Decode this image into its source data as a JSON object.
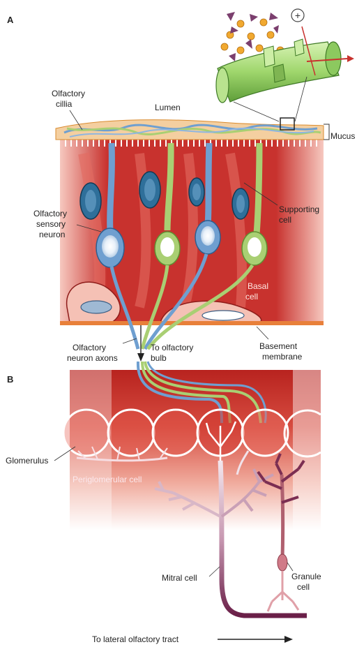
{
  "panels": {
    "a": "A",
    "b": "B"
  },
  "labels": {
    "olfactory_cillia": [
      "Olfactory",
      "cillia"
    ],
    "lumen": "Lumen",
    "mucus": "Mucus",
    "supporting_cell": [
      "Supporting",
      "cell"
    ],
    "olfactory_sensory_neuron": [
      "Olfactory",
      "sensory",
      "neuron"
    ],
    "basal_cell": [
      "Basal",
      "cell"
    ],
    "olfactory_neuron_axons": [
      "Olfactory",
      "neuron axons"
    ],
    "to_olfactory_bulb": [
      "To olfactory",
      "bulb"
    ],
    "basement_membrane": [
      "Basement",
      "membrane"
    ],
    "glomerulus": "Glomerulus",
    "periglomerular_cell": "Periglomerular cell",
    "mitral_cell": "Mitral cell",
    "granule_cell": [
      "Granule",
      "cell"
    ],
    "lateral_tract": "To lateral olfactory tract",
    "plus_sign": "+"
  },
  "colors": {
    "tissue_red": "#c8322e",
    "tissue_light": "#f3b9ae",
    "sensory_neuron_blue": "#6f9fd0",
    "supporting_green": "#a9cf73",
    "mitral_purple": "#7b3a5c",
    "granule_pink": "#e0a0a8",
    "cilia_receptor_green": "#9fd66c",
    "label_text": "#222222",
    "label_text_light": "#ffffff"
  }
}
